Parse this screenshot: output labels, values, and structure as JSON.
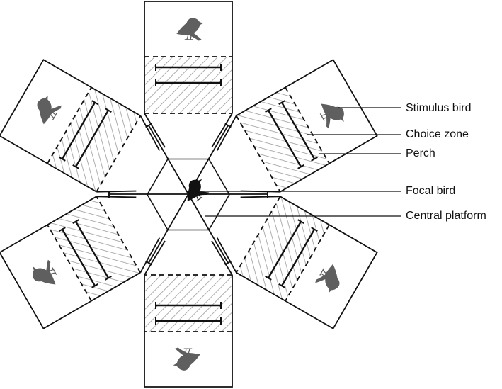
{
  "labels": {
    "stimulus_bird": "Stimulus bird",
    "choice_zone": "Choice zone",
    "perch": "Perch",
    "focal_bird": "Focal bird",
    "central_platform": "Central platform"
  },
  "colors": {
    "outline": "#111111",
    "hatch": "#9a9a9a",
    "bird": "#5f5f5f",
    "focal_bird": "#111111",
    "background": "#ffffff"
  },
  "icons": {
    "stimulus_bird": "bird-silhouette-icon",
    "focal_bird": "bird-silhouette-icon"
  }
}
